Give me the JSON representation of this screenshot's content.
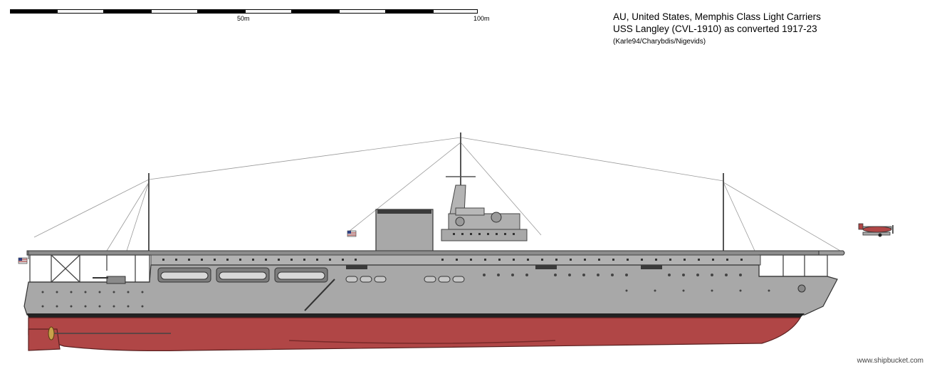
{
  "title": {
    "line1": "AU, United States, Memphis Class Light Carriers",
    "line2": "USS Langley (CVL-1910) as converted 1917-23",
    "credit": "(Karle94/Charybdis/Nigevids)"
  },
  "scale_bar": {
    "label_mid": "50m",
    "label_end": "100m"
  },
  "watermark": "www.shipbucket.com",
  "colors": {
    "hull_gray": "#a8a8a8",
    "hull_red": "#b04646",
    "deck_gray": "#8c8c8c",
    "boot_top": "#222222"
  }
}
